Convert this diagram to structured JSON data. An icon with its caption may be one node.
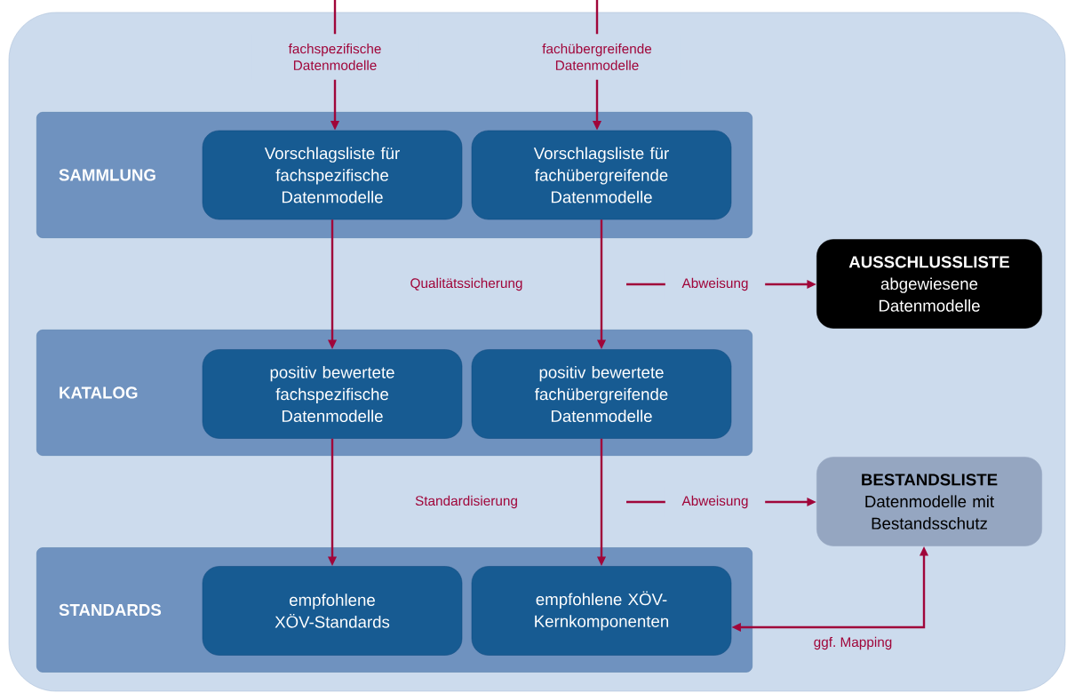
{
  "diagram": {
    "nodes": [
      {
        "text": [
          "SAMMLUNG"
        ]
      },
      {
        "text": [
          "Vorschlagsliste für fachspezifische Datenmodelle"
        ],
        "in": 0
      },
      {
        "text": [
          "Vorschlagsliste für fachübergreifende Datenmodelle"
        ],
        "in": 0
      },
      {
        "text": [
          "KATALOG"
        ]
      },
      {
        "text": [
          "positiv bewertete fachspezifische Datenmodelle"
        ],
        "in": 3
      },
      {
        "text": [
          "positiv bewertete fachübergreifende Datenmodelle"
        ],
        "in": 3
      },
      {
        "text": [
          "STANDARDS"
        ]
      },
      {
        "text": [
          "empfohlene XÖV-Standards"
        ],
        "in": 6
      },
      {
        "text": [
          "empfohlene XÖV-Kernkomponenten"
        ],
        "in": 6
      },
      {
        "text": [
          "AUSSCHLUSSLISTE",
          "abgewiesene Datenmodelle"
        ]
      },
      {
        "text": [
          "BESTANDSLISTE",
          "Datenmodelle mit Bestandsschutz"
        ]
      }
    ],
    "edges": [
      {
        "from": null,
        "to": 1,
        "arrow": "to",
        "label": "fachspezifische Datenmodelle"
      },
      {
        "from": null,
        "to": 2,
        "arrow": "to",
        "label": "fachübergreifende Datenmodelle"
      },
      {
        "from": 1,
        "to": 4,
        "arrow": "to"
      },
      {
        "from": 2,
        "to": 5,
        "arrow": "to"
      },
      {
        "from": null,
        "to": 9,
        "arrow": "to",
        "label": "Abweisung"
      },
      {
        "from": 4,
        "to": 7,
        "arrow": "to"
      },
      {
        "from": 5,
        "to": 8,
        "arrow": "to"
      },
      {
        "from": null,
        "to": 10,
        "arrow": "to",
        "label": "Abweisung"
      },
      {
        "from": 10,
        "to": 8,
        "arrow": "both",
        "label": "ggf. Mapping"
      }
    ],
    "labels": [
      "Qualitätssicherung",
      "Standardisierung"
    ]
  }
}
